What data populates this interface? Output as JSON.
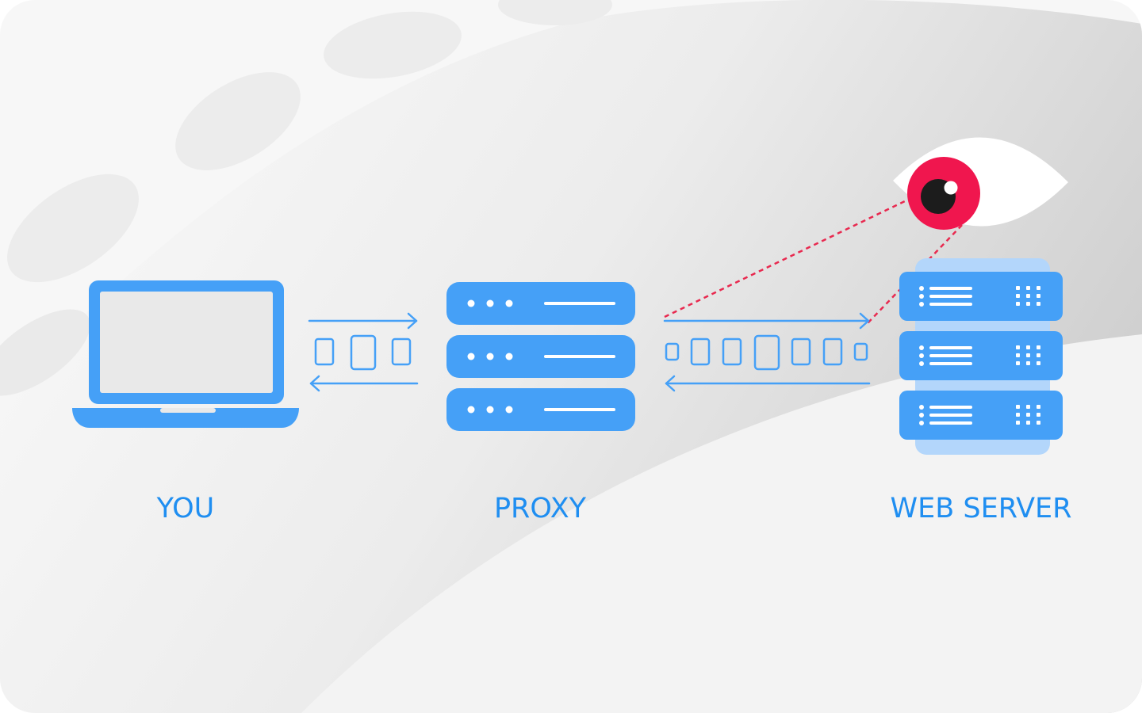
{
  "nodes": {
    "you": {
      "label": "YOU"
    },
    "proxy": {
      "label": "PROXY"
    },
    "web_server": {
      "label": "WEB SERVER"
    }
  },
  "colors": {
    "primary": "#45a0f7",
    "label": "#1f8ef1",
    "server_back": "#b3d6fb",
    "observer_iris": "#f0164e",
    "observer_pupil": "#1c1c1c",
    "dashed_line": "#e8294f"
  }
}
